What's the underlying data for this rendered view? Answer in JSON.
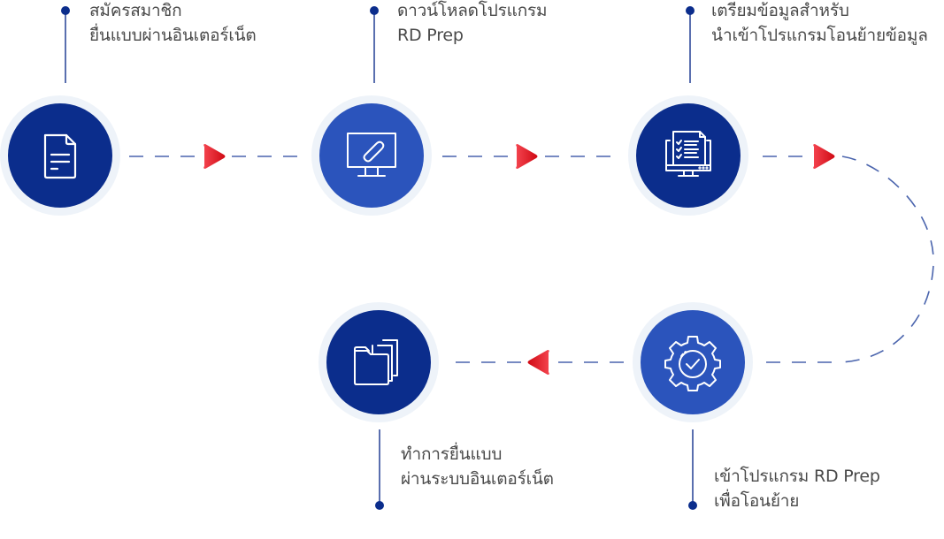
{
  "title": "RD Prep process flow",
  "colors": {
    "navy": "#0b2d8c",
    "blue": "#2b54bc",
    "ring": "#eef3f9",
    "connector": "#4a64ad",
    "arrow": "#e8212e",
    "text": "#4a4a4a"
  },
  "steps": [
    {
      "id": 1,
      "icon": "document-icon",
      "lines": [
        "สมัครสมาชิก",
        "ยื่นแบบผ่านอินเตอร์เน็ต"
      ]
    },
    {
      "id": 2,
      "icon": "monitor-attachment-icon",
      "lines": [
        "ดาวน์โหลดโปรแกรม",
        "RD Prep"
      ]
    },
    {
      "id": 3,
      "icon": "monitor-checklist-icon",
      "lines": [
        "เตรียมข้อมูลสำหรับ",
        "นำเข้าโปรแกรมโอนย้ายข้อมูล"
      ]
    },
    {
      "id": 4,
      "icon": "gear-check-icon",
      "lines": [
        "เข้าโปรแกรม RD Prep",
        "เพื่อโอนย้าย"
      ]
    },
    {
      "id": 5,
      "icon": "folders-icon",
      "lines": [
        "ทำการยื่นแบบ",
        "ผ่านระบบอินเตอร์เน็ต"
      ]
    }
  ]
}
